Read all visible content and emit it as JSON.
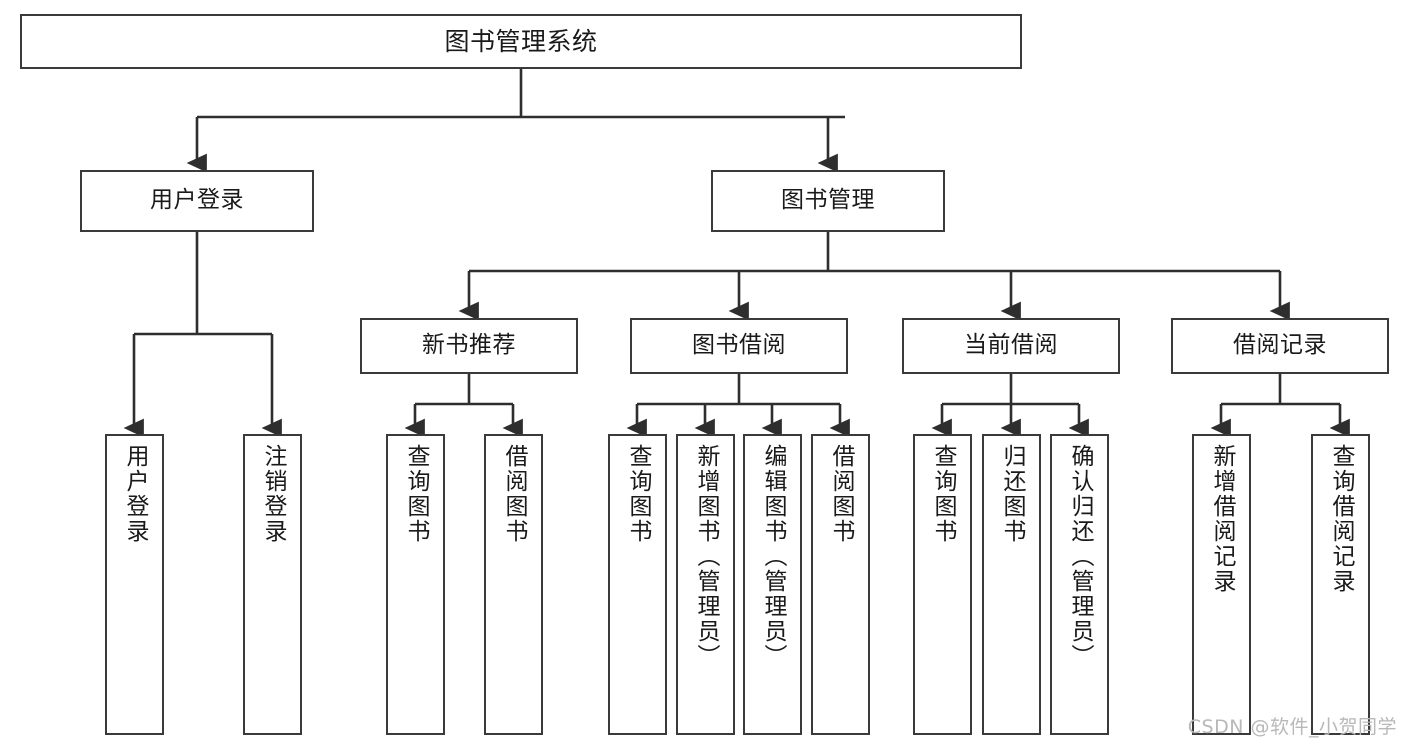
{
  "diagram": {
    "title": "图书管理系统",
    "watermark": "CSDN @软件_小贺同学",
    "colors": {
      "stroke": "#3a3a3a",
      "background": "#ffffff",
      "text": "#1a1a1a",
      "watermark": "#b8b8b8"
    },
    "levels": {
      "root": "图书管理系统",
      "level2": [
        "用户登录",
        "图书管理"
      ],
      "level3": [
        "新书推荐",
        "图书借阅",
        "当前借阅",
        "借阅记录"
      ]
    },
    "nodes": {
      "root": "图书管理系统",
      "user_login": "用户登录",
      "book_manage": "图书管理",
      "new_book_rec": "新书推荐",
      "book_borrow": "图书借阅",
      "current_borrow": "当前借阅",
      "borrow_record": "借阅记录",
      "leaf_user_login": "用户登录",
      "leaf_logout": "注销登录",
      "leaf_query_book_1": "查询图书",
      "leaf_borrow_book_1": "借阅图书",
      "leaf_query_book_2": "查询图书",
      "leaf_add_book": "新增图书（管理员）",
      "leaf_edit_book": "编辑图书（管理员）",
      "leaf_borrow_book_2": "借阅图书",
      "leaf_query_book_3": "查询图书",
      "leaf_return_book": "归还图书",
      "leaf_confirm_return": "确认归还（管理员）",
      "leaf_add_record": "新增借阅记录",
      "leaf_query_record": "查询借阅记录"
    }
  }
}
